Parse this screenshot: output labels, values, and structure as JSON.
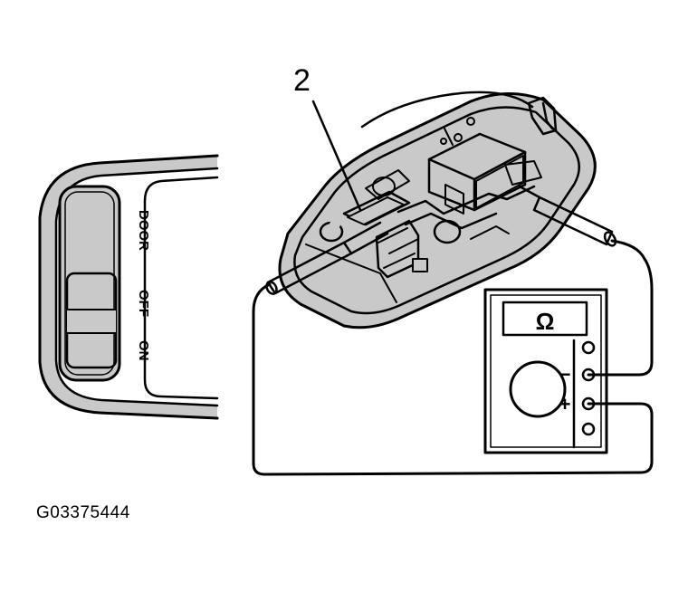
{
  "figure": {
    "callout_number": "2",
    "figure_id": "G03375444"
  },
  "switch_panel": {
    "positions": [
      "ON",
      "OFF",
      "DOOR"
    ]
  },
  "meter": {
    "display_symbol": "Ω",
    "terminal_minus": "−",
    "terminal_plus": "+"
  }
}
